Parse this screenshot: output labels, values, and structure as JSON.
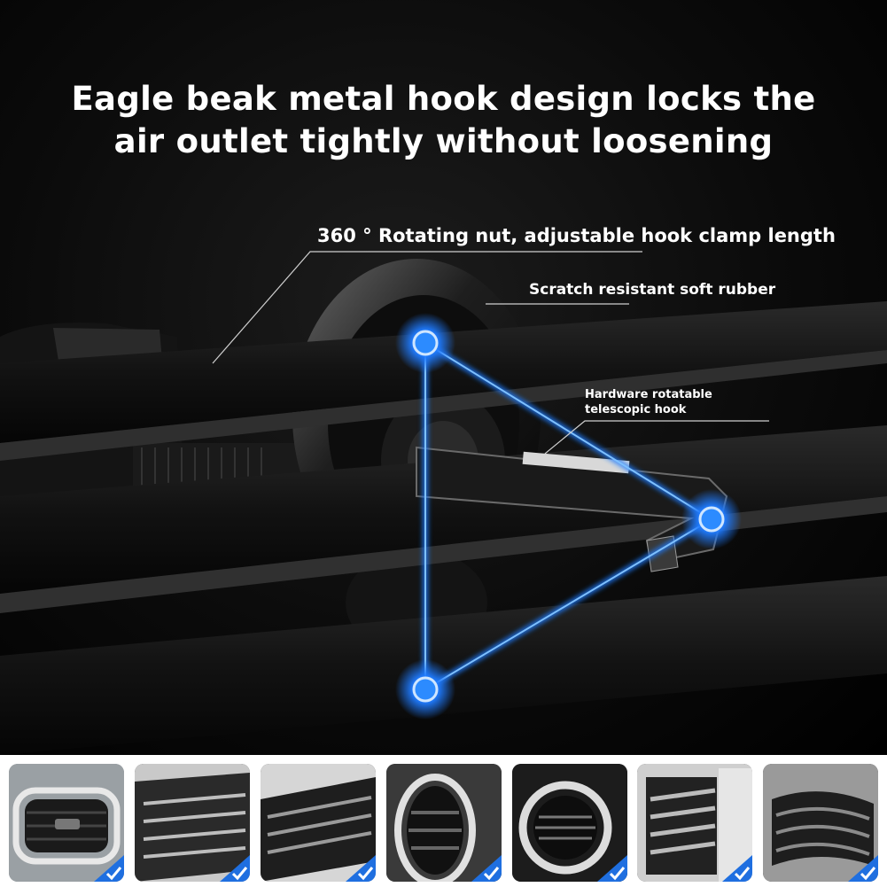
{
  "headline": {
    "line1": "Eagle beak metal hook design locks the",
    "line2": "air outlet tightly without loosening"
  },
  "callouts": {
    "rotating_nut": "360 ° Rotating nut, adjustable hook clamp length",
    "rubber": "Scratch resistant soft rubber",
    "hook_line1": "Hardware rotatable",
    "hook_line2": "telescopic hook"
  },
  "colors": {
    "background": "#000000",
    "accent_blue": "#1f7bff",
    "glow_blue": "#4da3ff",
    "text": "#ffffff",
    "check_badge": "#1f6fe0"
  },
  "thumbnails": [
    {
      "type": "rectangular-vent"
    },
    {
      "type": "horizontal-slat-vent"
    },
    {
      "type": "angled-slat-vent"
    },
    {
      "type": "oval-chrome-vent"
    },
    {
      "type": "round-chrome-vent"
    },
    {
      "type": "vertical-slat-vent"
    },
    {
      "type": "curved-slat-vent"
    }
  ]
}
